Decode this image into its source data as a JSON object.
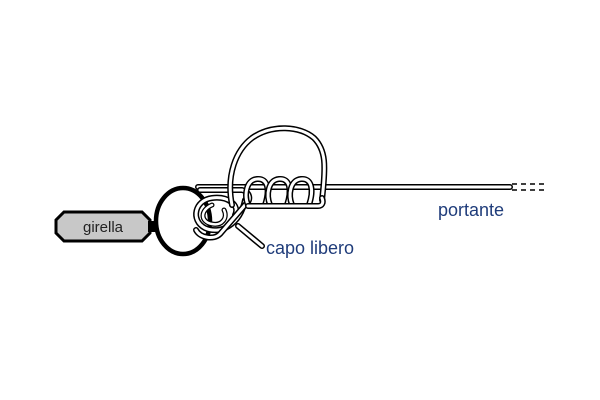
{
  "diagram": {
    "title": "Nodo alla girella",
    "labels": {
      "swivel": "girella",
      "standing_line": "portante",
      "tag_end": "capo libero"
    },
    "colors": {
      "background": "#ffffff",
      "label_text": "#1f3c7a",
      "swivel_fill": "#c8c8c8",
      "outline": "#000000",
      "line_inner": "#ffffff"
    },
    "coil_count": 3
  }
}
